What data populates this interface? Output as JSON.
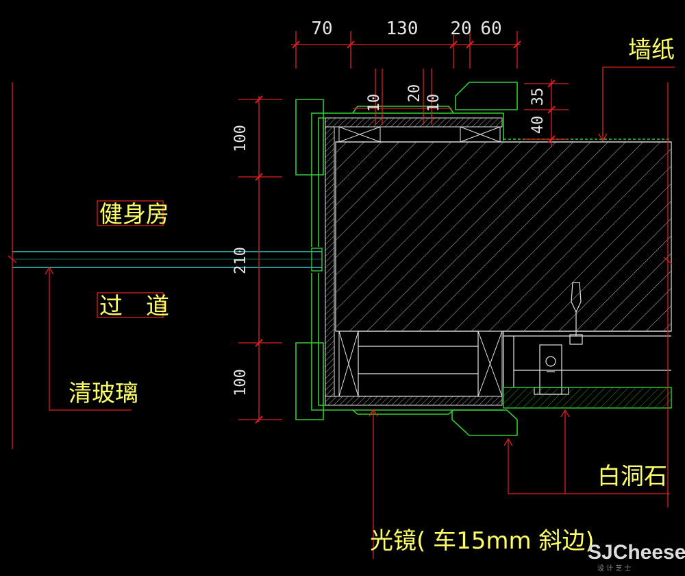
{
  "dimensions": {
    "top": [
      "70",
      "130",
      "20",
      "60"
    ],
    "inner": [
      "10",
      "20",
      "10"
    ],
    "right": [
      "35",
      "40"
    ],
    "left": [
      "100",
      "210",
      "100"
    ]
  },
  "labels": {
    "gym": "健身房",
    "corridor": "过　道",
    "clear_glass": "清玻璃",
    "wallpaper": "墙纸",
    "white_travertine": "白洞石",
    "mirror": "光镜( 车15mm 斜边)"
  },
  "watermark": {
    "brand": "SJCheese",
    "sub": "设  计  芝  士"
  },
  "colors": {
    "background": "#000000",
    "green": "#33cc33",
    "red": "#e02020",
    "yellow": "#ffff66",
    "white": "#e6e6e6",
    "cyan": "#33cccc"
  }
}
